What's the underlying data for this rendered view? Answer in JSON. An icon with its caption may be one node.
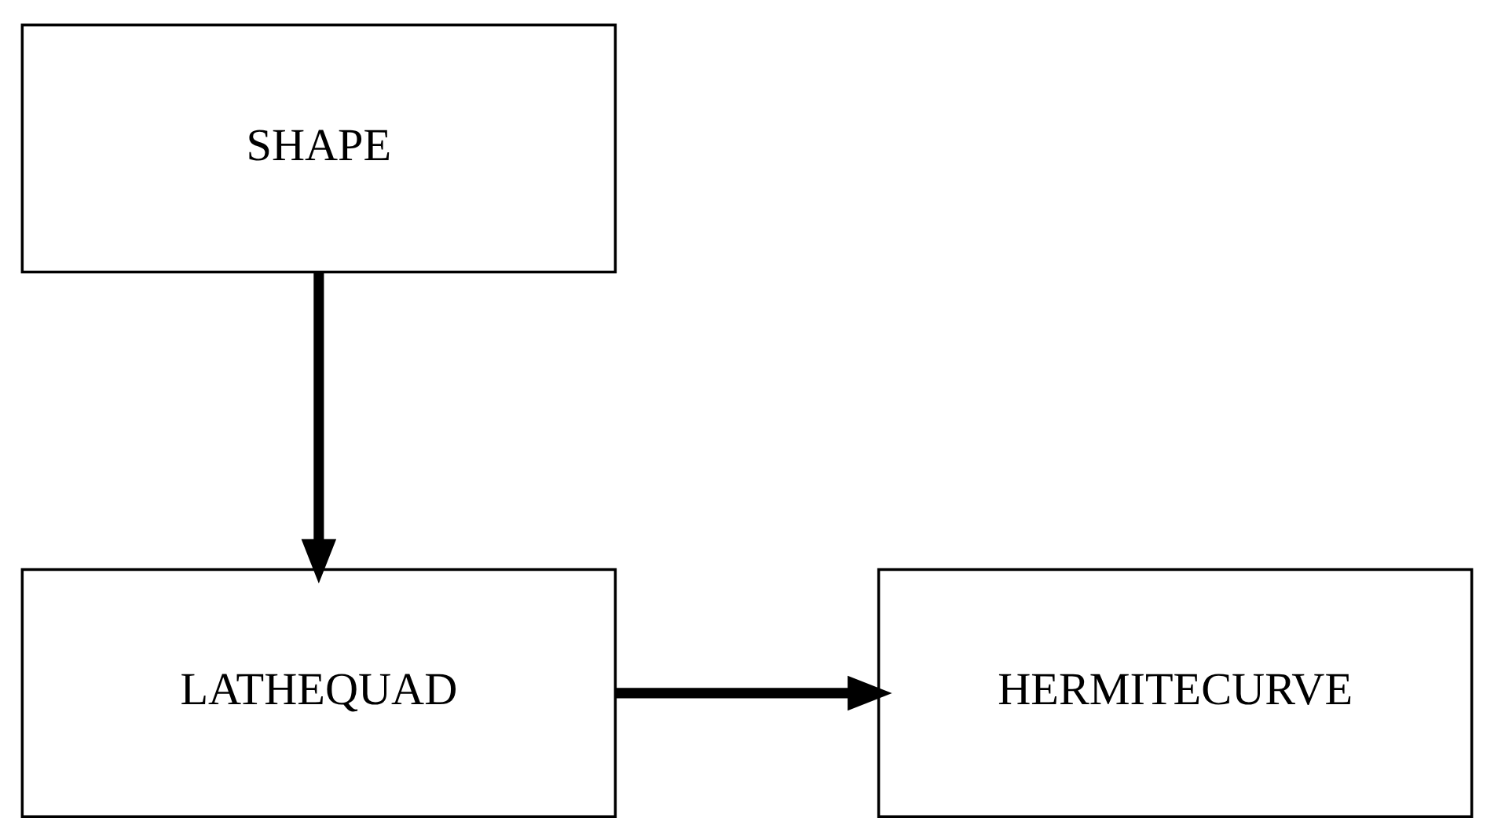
{
  "diagram": {
    "nodes": [
      {
        "text": [
          "SHAPE"
        ]
      },
      {
        "text": [
          "LATHEQUAD"
        ]
      },
      {
        "text": [
          "HERMITECURVE"
        ]
      }
    ],
    "edges": [
      {
        "from": 0,
        "to": 1,
        "arrow": "to"
      },
      {
        "from": 1,
        "to": 2,
        "arrow": "to"
      }
    ]
  }
}
